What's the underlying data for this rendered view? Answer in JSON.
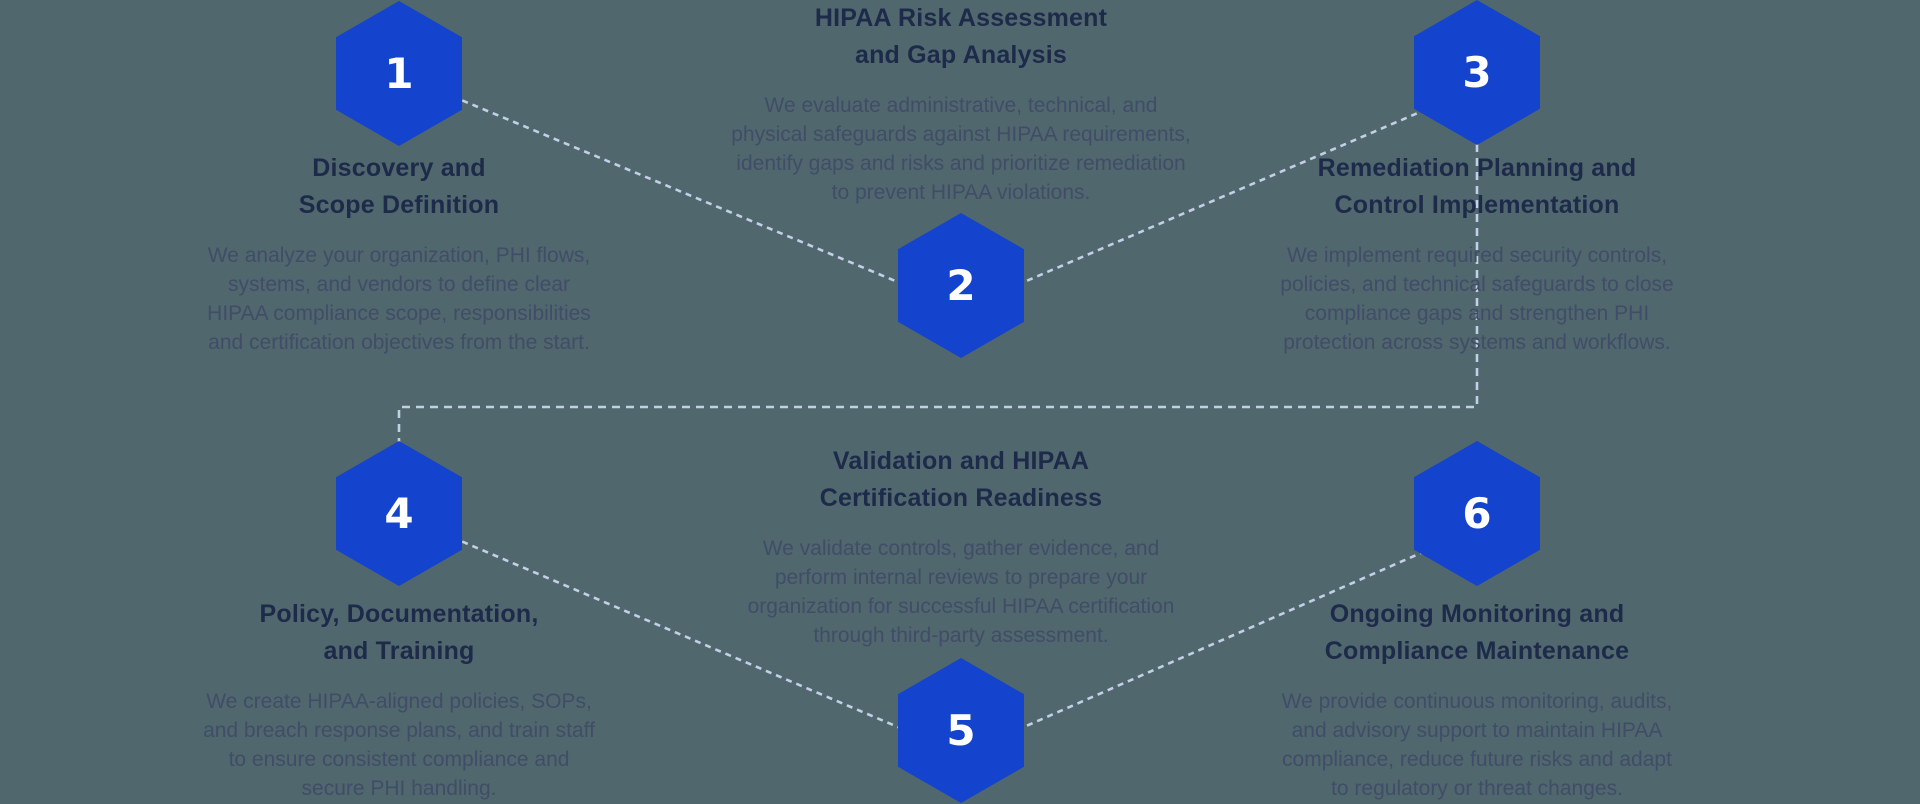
{
  "colors": {
    "background": "#4f676d",
    "hexagon": "#1443cd",
    "number": "#ffffff",
    "title": "#1d2a4a",
    "description": "#414d68",
    "connector": "#cdd8f2"
  },
  "steps": [
    {
      "number": "1",
      "title": [
        "Discovery and",
        "Scope Definition"
      ],
      "description": [
        "We analyze your organization, PHI flows,",
        "systems, and vendors to define clear",
        "HIPAA compliance scope, responsibilities",
        "and certification objectives from the start."
      ]
    },
    {
      "number": "2",
      "title": [
        "HIPAA Risk Assessment",
        "and Gap Analysis"
      ],
      "description": [
        "We evaluate administrative, technical, and",
        "physical safeguards against HIPAA requirements,",
        "identify gaps and risks and prioritize remediation",
        "to prevent HIPAA violations."
      ]
    },
    {
      "number": "3",
      "title": [
        "Remediation Planning and",
        "Control Implementation"
      ],
      "description": [
        "We implement required security controls,",
        "policies, and technical safeguards to close",
        "compliance gaps and strengthen PHI",
        "protection across systems and workflows."
      ]
    },
    {
      "number": "4",
      "title": [
        "Policy, Documentation,",
        "and Training"
      ],
      "description": [
        "We create HIPAA-aligned policies, SOPs,",
        "and breach response plans, and train staff",
        "to ensure consistent compliance and",
        "secure PHI handling."
      ]
    },
    {
      "number": "5",
      "title": [
        "Validation and HIPAA",
        "Certification Readiness"
      ],
      "description": [
        "We validate controls, gather evidence, and",
        "perform internal reviews to prepare your",
        "organization for successful HIPAA certification",
        "through third-party assessment."
      ]
    },
    {
      "number": "6",
      "title": [
        "Ongoing Monitoring and",
        "Compliance Maintenance"
      ],
      "description": [
        "We provide continuous monitoring, audits,",
        "and advisory support to maintain HIPAA",
        "compliance, reduce future risks and adapt",
        "to regulatory or threat changes."
      ]
    }
  ]
}
